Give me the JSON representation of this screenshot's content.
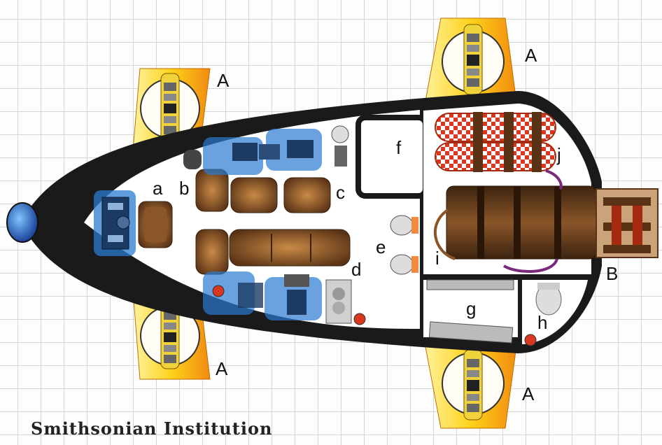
{
  "credit": "Smithsonian Institution",
  "labels": {
    "a": "a",
    "b": "b",
    "c": "c",
    "d": "d",
    "e": "e",
    "f": "f",
    "g": "g",
    "h": "h",
    "i": "i",
    "j": "j",
    "A": "A",
    "B": "B"
  },
  "colors": {
    "hull": "#1a1a1a",
    "fin_yellow": "#ffd21a",
    "fin_orange": "#f08a10",
    "console_blue": "#2a7bd0",
    "furniture_brown": "#6b3d1c",
    "tank_red": "#d9381e",
    "nose_blue": "#1a6fe0"
  }
}
